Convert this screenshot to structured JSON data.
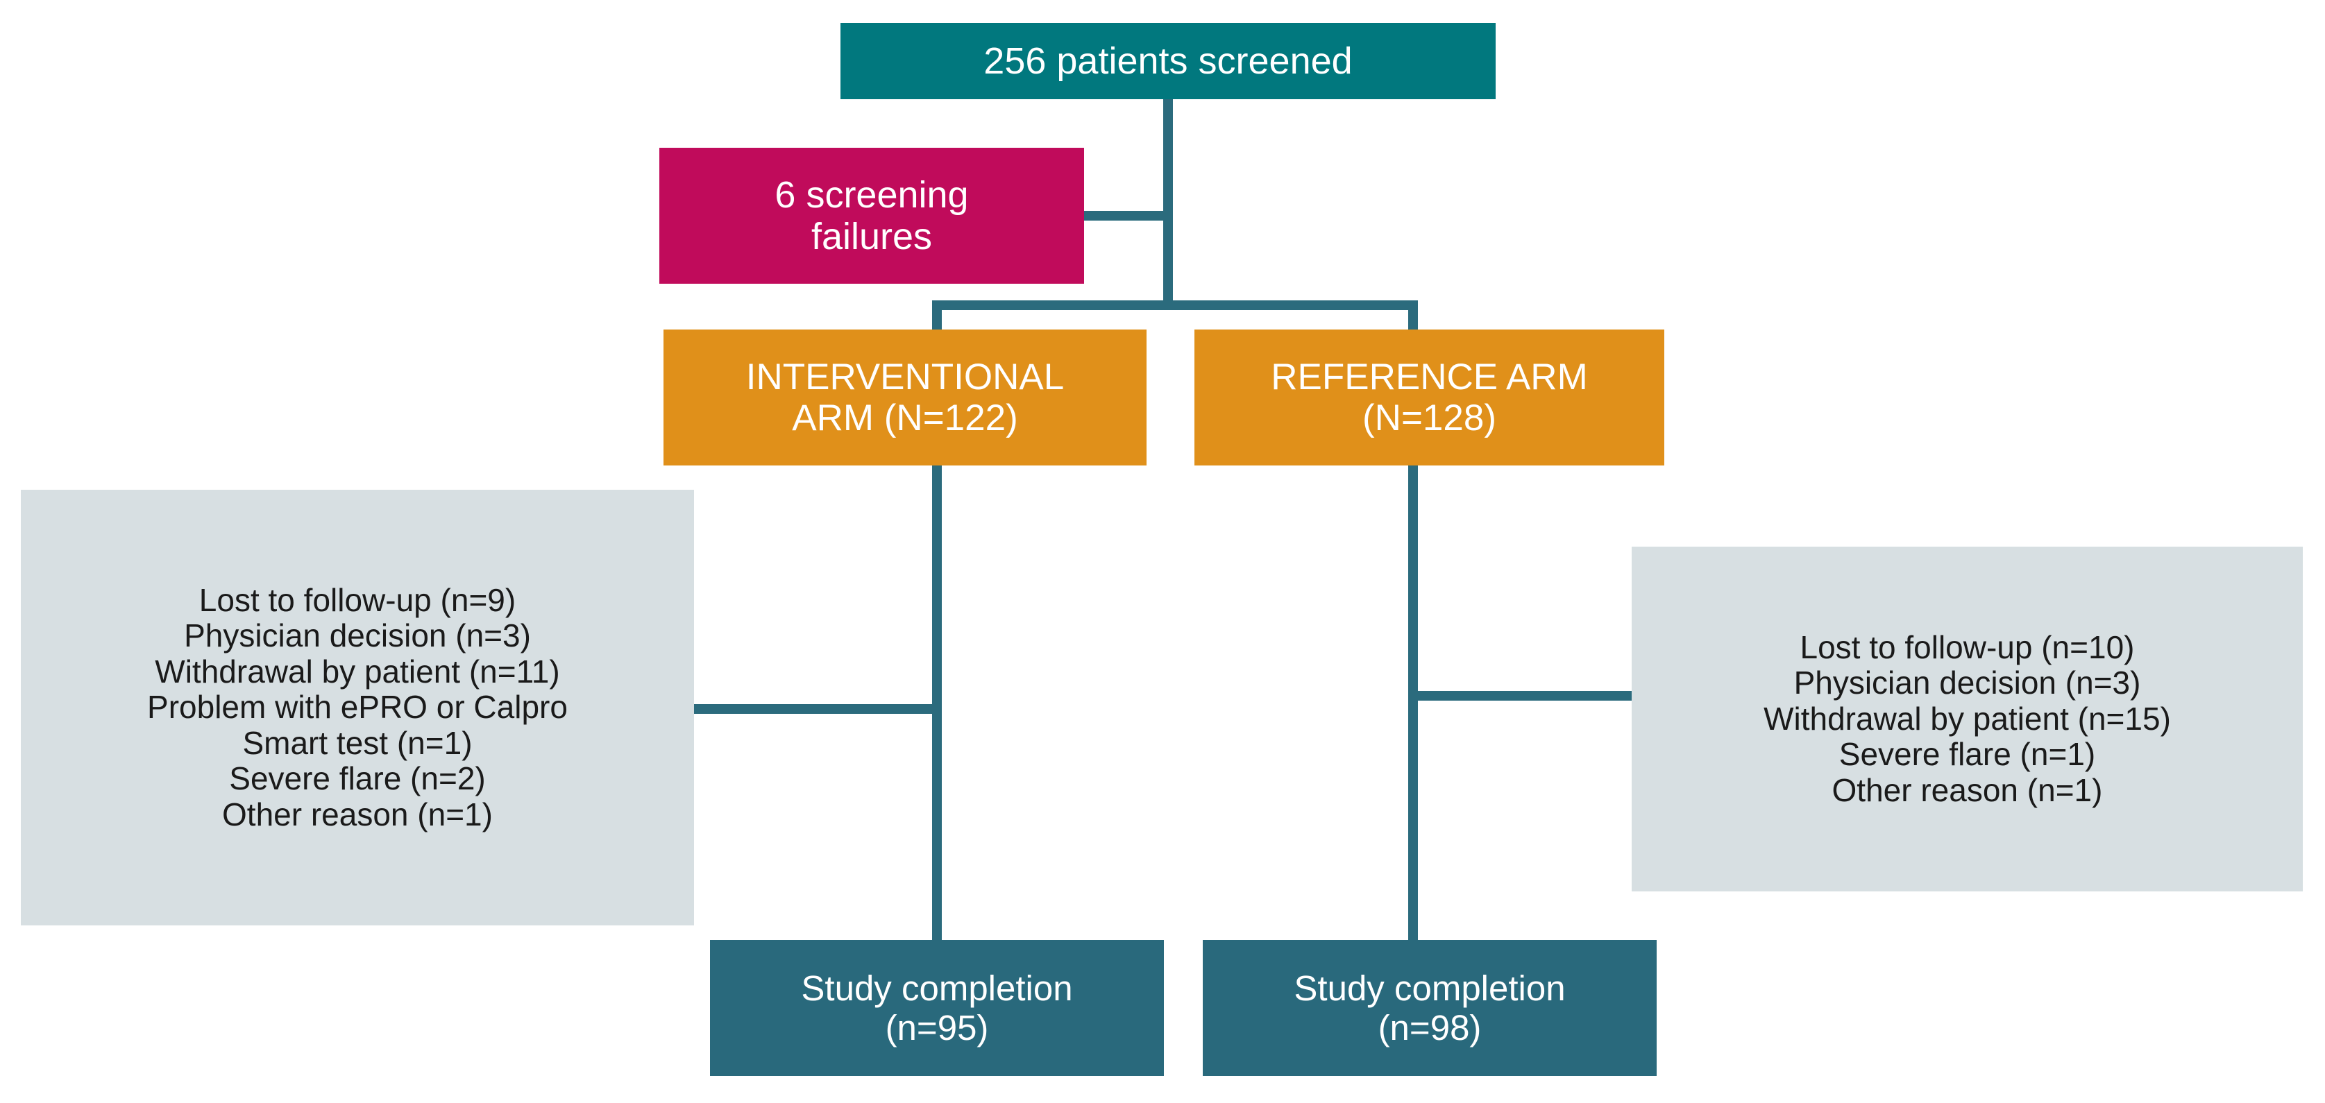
{
  "diagram": {
    "title": "CONSORT-style patient flow diagram",
    "colors": {
      "screened": "#01787e",
      "completion": "#29697c",
      "screening_failures": "#c00b5b",
      "arms": "#e0901a",
      "reasons": "#d7dfe2",
      "connector": "#2b6b7d",
      "text_on_color": "#ffffff",
      "text_on_gray": "#1a1a1a"
    },
    "screened": {
      "label": "256 patients screened"
    },
    "screening_failures": {
      "line1": "6 screening",
      "line2": "failures"
    },
    "arms": [
      {
        "id": "interventional",
        "line1": "INTERVENTIONAL",
        "line2": "ARM (N=122)",
        "n": 122
      },
      {
        "id": "reference",
        "line1": "REFERENCE ARM",
        "line2": "(N=128)",
        "n": 128
      }
    ],
    "discontinuation_reasons": {
      "interventional": [
        "Lost to follow-up (n=9)",
        "Physician decision (n=3)",
        "Withdrawal by patient (n=11)",
        "Problem with ePRO or Calpro",
        "Smart test (n=1)",
        "Severe flare (n=2)",
        "Other reason (n=1)"
      ],
      "reference": [
        "Lost to follow-up (n=10)",
        "Physician decision (n=3)",
        "Withdrawal by patient (n=15)",
        "Severe flare (n=1)",
        "Other reason (n=1)"
      ]
    },
    "completion": [
      {
        "id": "interventional-completion",
        "line1": "Study completion",
        "line2": "(n=95)",
        "n": 95
      },
      {
        "id": "reference-completion",
        "line1": "Study completion",
        "line2": "(n=98)",
        "n": 98
      }
    ]
  }
}
